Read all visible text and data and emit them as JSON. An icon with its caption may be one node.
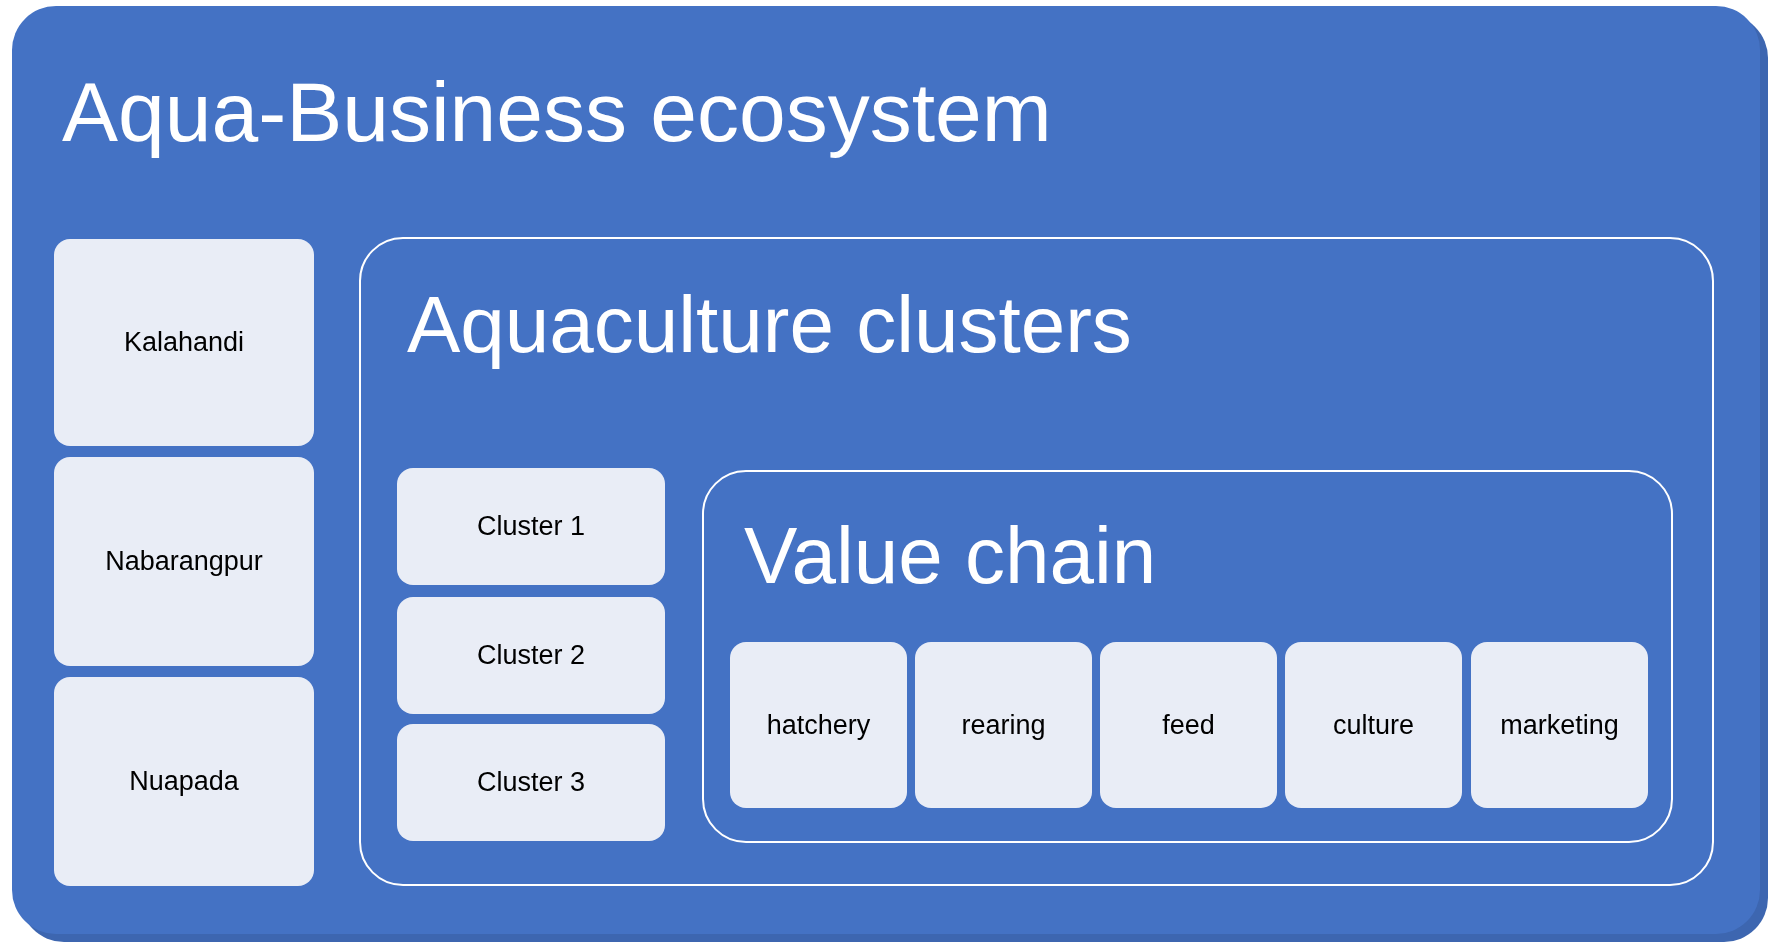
{
  "diagram": {
    "nodes": [
      {
        "text": [
          "Aqua-Business ecosystem"
        ]
      },
      {
        "text": [
          "Kalahandi"
        ],
        "in": 0
      },
      {
        "text": [
          "Nabarangpur"
        ],
        "in": 0
      },
      {
        "text": [
          "Nuapada"
        ],
        "in": 0
      },
      {
        "text": [
          "Aquaculture clusters"
        ],
        "in": 0
      },
      {
        "text": [
          "Cluster 1"
        ],
        "in": 4
      },
      {
        "text": [
          "Cluster 2"
        ],
        "in": 4
      },
      {
        "text": [
          "Cluster 3"
        ],
        "in": 4
      },
      {
        "text": [
          "Value chain"
        ],
        "in": 4
      },
      {
        "text": [
          "hatchery"
        ],
        "in": 8
      },
      {
        "text": [
          "rearing"
        ],
        "in": 8
      },
      {
        "text": [
          "feed"
        ],
        "in": 8
      },
      {
        "text": [
          "culture"
        ],
        "in": 8
      },
      {
        "text": [
          "marketing"
        ],
        "in": 8
      }
    ]
  }
}
